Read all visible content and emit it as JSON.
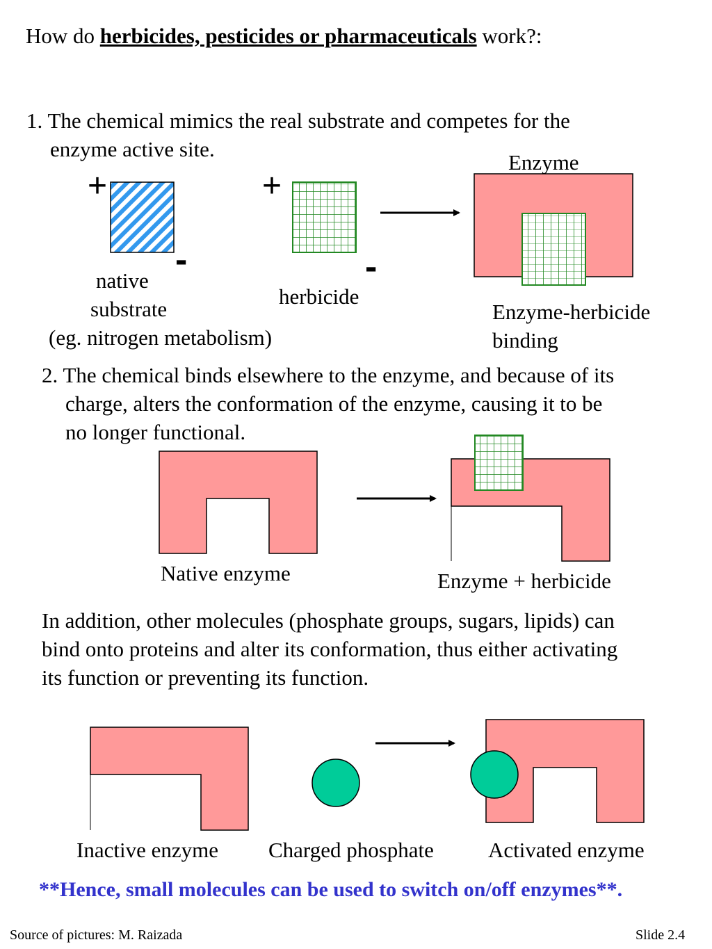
{
  "title": {
    "prefix": "How do ",
    "emphasis": "herbicides, pesticides or pharmaceuticals",
    "suffix": " work?:"
  },
  "point1": {
    "line1": "1. The chemical mimics the real substrate and competes for the",
    "line2": "enzyme active site."
  },
  "point1_diagram": {
    "plus_sign": "+",
    "minus_sign": "-",
    "native_label_line1": "native",
    "native_label_line2": "substrate",
    "native_label_line3": "(eg. nitrogen metabolism)",
    "herbicide_label": "herbicide",
    "enzyme_label": "Enzyme",
    "binding_label_line1": "Enzyme-herbicide",
    "binding_label_line2": "binding"
  },
  "point2": {
    "line1": "2. The chemical binds elsewhere to the enzyme, and because of its",
    "line2": "charge, alters the conformation of the enzyme, causing it to be",
    "line3": "no longer functional."
  },
  "point2_diagram": {
    "native_enzyme_label": "Native enzyme",
    "enzyme_herbicide_label": "Enzyme + herbicide"
  },
  "addition": {
    "line1": "In addition, other molecules (phosphate groups, sugars, lipids) can",
    "line2": "bind onto proteins and alter its conformation, thus either activating",
    "line3": "its function or preventing its function."
  },
  "point3_diagram": {
    "inactive_label": "Inactive enzyme",
    "phosphate_label": "Charged phosphate",
    "activated_label": "Activated enzyme"
  },
  "conclusion": "**Hence, small molecules can be used to switch on/off enzymes**.",
  "footer": {
    "source": "Source of pictures:  M. Raizada",
    "slide": "Slide 2.4"
  },
  "colors": {
    "enzyme": "#ff9999",
    "substrate": "#3399ee",
    "herbicide": "#228822",
    "phosphate": "#00cc99",
    "conclusion": "#3333cc"
  }
}
